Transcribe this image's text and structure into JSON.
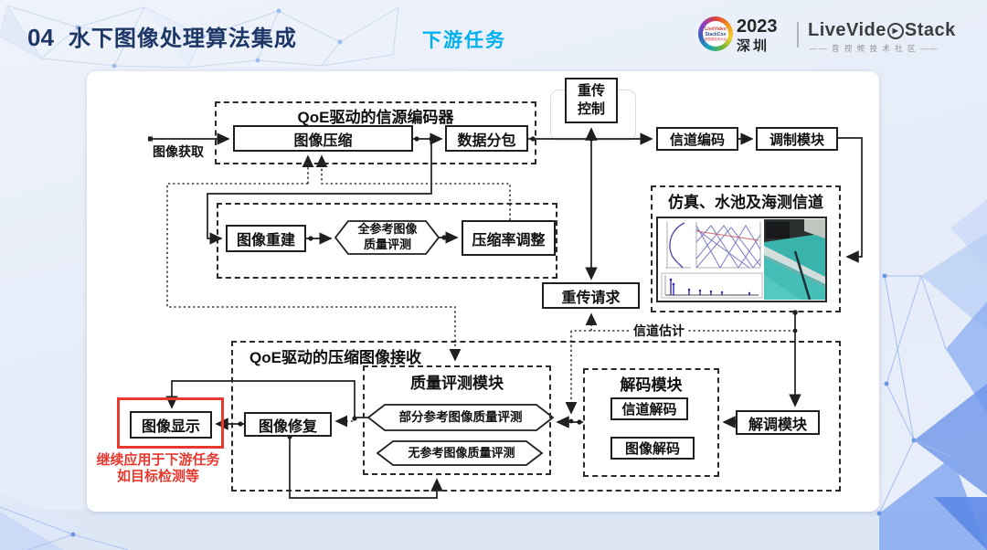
{
  "slide": {
    "header": {
      "number": "04",
      "title": "水下图像处理算法集成",
      "tag": "下游任务"
    },
    "logo": {
      "badge_line1": "LiveVideo",
      "badge_line2": "StackCon",
      "badge_line3": "音视频技术大会",
      "year": "2023",
      "city": "深圳",
      "wordmark_left": "LiveVide",
      "wordmark_right": "Stack",
      "wordmark_sub": "—— 音 视 频 技 术 社 区 ——"
    },
    "colors": {
      "title": "#1c3766",
      "tag": "#00b0f0",
      "accent_red": "#e8382f",
      "line": "#1f1f1f"
    }
  },
  "diagram": {
    "source_label": "图像获取",
    "encoder": {
      "title": "QoE驱动的信源编码器",
      "compress": "图像压缩",
      "packet": "数据分包"
    },
    "retrans_control": {
      "line1": "重传",
      "line2": "控制"
    },
    "channel_coding": "信道编码",
    "modulation": "调制模块",
    "rebuild_loop": {
      "rebuild": "图像重建",
      "full_ref_line1": "全参考图像",
      "full_ref_line2": "质量评测",
      "rate_adjust": "压缩率调整"
    },
    "channel": {
      "title": "仿真、水池及海测信道"
    },
    "retrans_request": "重传请求",
    "channel_estimation": "信道估计",
    "receiver": {
      "title": "QoE驱动的压缩图像接收",
      "quality": {
        "title": "质量评测模块",
        "partial_ref": "部分参考图像质量评测",
        "no_ref": "无参考图像质量评测"
      },
      "decode": {
        "title": "解码模块",
        "channel_decode": "信道解码",
        "image_decode": "图像解码"
      },
      "restore": "图像修复",
      "display": "图像显示"
    },
    "demodulation": "解调模块",
    "note": {
      "line1": "继续应用于下游任务",
      "line2": "如目标检测等"
    }
  }
}
